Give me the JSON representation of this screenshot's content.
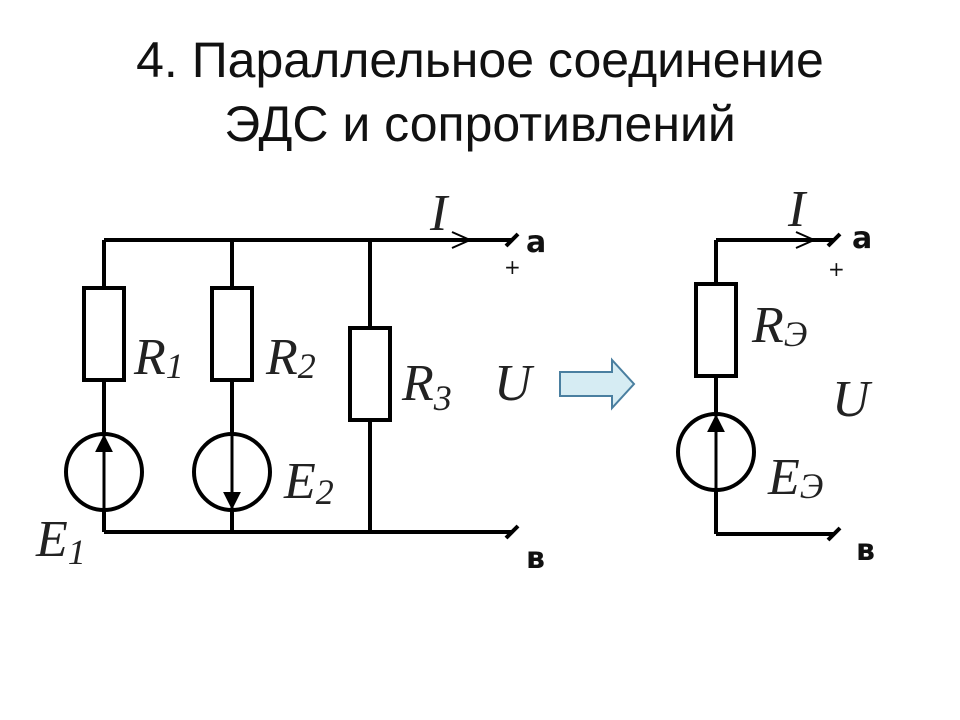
{
  "title": {
    "line1": "4. Параллельное соединение",
    "line2": "ЭДС и сопротивлений"
  },
  "left_circuit": {
    "current": "I",
    "terminal_top": "a",
    "terminal_bottom": "в",
    "plus": "+",
    "voltage": "U",
    "r1": {
      "main": "R",
      "sub": "1"
    },
    "r2": {
      "main": "R",
      "sub": "2"
    },
    "r3": {
      "main": "R",
      "sub": "3"
    },
    "e1": {
      "main": "E",
      "sub": "1"
    },
    "e2": {
      "main": "E",
      "sub": "2"
    }
  },
  "right_circuit": {
    "current": "I",
    "terminal_top": "a",
    "terminal_bottom": "в",
    "plus": "+",
    "voltage": "U",
    "re": {
      "main": "R",
      "sub": "Э"
    },
    "ee": {
      "main": "E",
      "sub": "Э"
    }
  },
  "colors": {
    "arrow_fill": "#d6ecf3",
    "arrow_stroke": "#4a7fa0"
  }
}
